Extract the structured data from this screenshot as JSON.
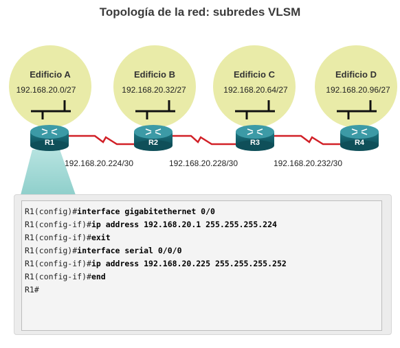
{
  "title": "Topología de la red: subredes VLSM",
  "buildings": [
    {
      "name": "Edificio A",
      "network": "192.168.20.0/27"
    },
    {
      "name": "Edificio B",
      "network": "192.168.20.32/27"
    },
    {
      "name": "Edificio C",
      "network": "192.168.20.64/27"
    },
    {
      "name": "Edificio D",
      "network": "192.168.20.96/27"
    }
  ],
  "routers": [
    "R1",
    "R2",
    "R3",
    "R4"
  ],
  "links": [
    "192.168.20.224/30",
    "192.168.20.228/30",
    "192.168.20.232/30"
  ],
  "console": [
    {
      "prompt": "R1(config)#",
      "command": "interface gigabitethernet 0/0"
    },
    {
      "prompt": "R1(config-if)#",
      "command": "ip address 192.168.20.1 255.255.255.224"
    },
    {
      "prompt": "R1(config-if)#",
      "command": "exit"
    },
    {
      "prompt": "R1(config)#",
      "command": "interface serial 0/0/0"
    },
    {
      "prompt": "R1(config-if)#",
      "command": "ip address 192.168.20.225 255.255.255.252"
    },
    {
      "prompt": "R1(config-if)#",
      "command": "end"
    },
    {
      "prompt": "R1#",
      "command": ""
    }
  ],
  "colors": {
    "building_fill": "#e9eba8",
    "router_teal": "#1f7f8c",
    "serial_link": "#d12027",
    "callout": "#a8dcd9"
  }
}
